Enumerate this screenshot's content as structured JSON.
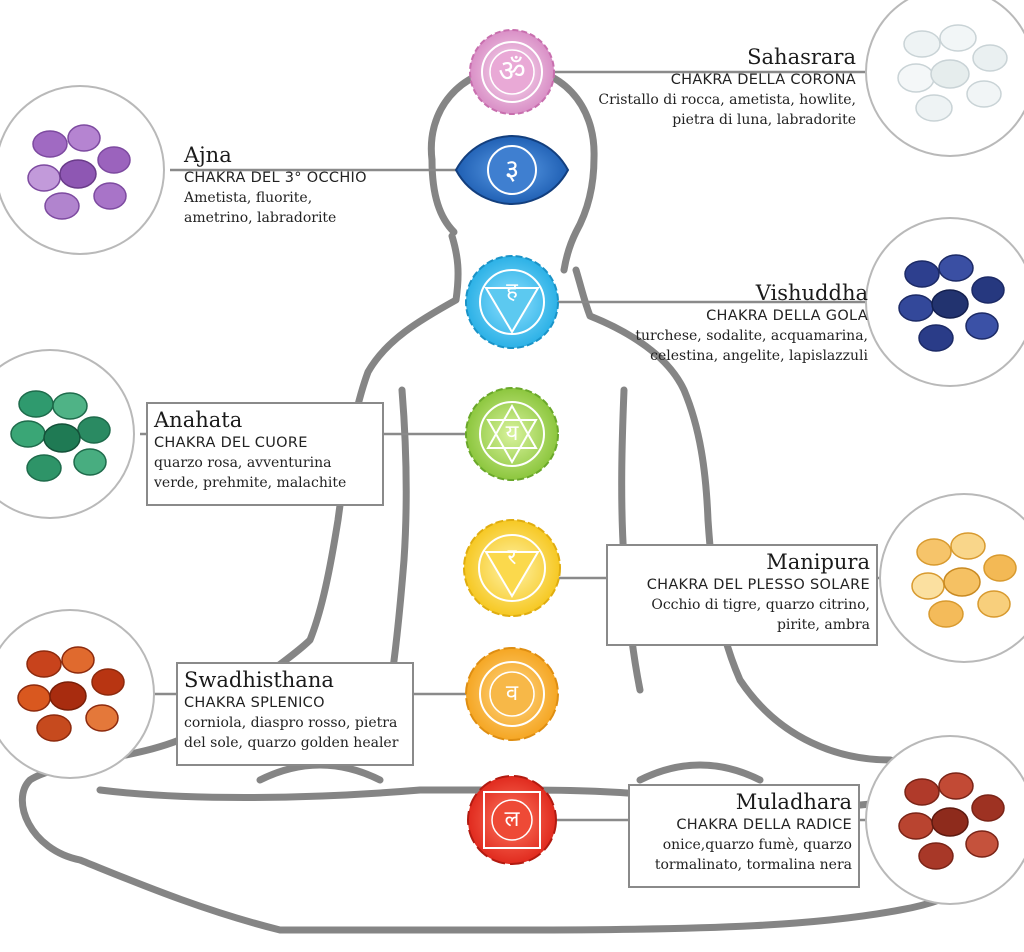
{
  "colors": {
    "body_outline": "#858585",
    "connector": "#8a8a8a",
    "sahasrara": "#d98fc6",
    "ajna": "#1f5fb3",
    "vishuddha": "#2cb1e6",
    "anahata": "#8cc63e",
    "manipura": "#f6c823",
    "swadhisthana": "#f5a623",
    "muladhara": "#e02a1e"
  },
  "chakras": [
    {
      "key": "sahasrara",
      "name": "Sahasrara",
      "title": "CHAKRA DELLA CORONA",
      "stones": [
        "Cristallo di rocca, ametista, howlite,",
        "pietra di luna, labradorite"
      ],
      "symbol": "ॐ",
      "symbol_icon": "om-icon",
      "stone_icon": "clear-quartz-stones-icon",
      "color": "#d98fc6"
    },
    {
      "key": "ajna",
      "name": "Ajna",
      "title": "CHAKRA DEL 3° OCCHIO",
      "stones": [
        "Ametista, fluorite,",
        "ametrino, labradorite"
      ],
      "symbol": "३",
      "symbol_icon": "om-third-eye-icon",
      "stone_icon": "amethyst-stones-icon",
      "color": "#1f5fb3"
    },
    {
      "key": "vishuddha",
      "name": "Vishuddha",
      "title": "CHAKRA DELLA GOLA",
      "stones": [
        "turchese, sodalite, acquamarina,",
        "celestina, angelite, lapislazzuli"
      ],
      "symbol": "ह",
      "symbol_icon": "ham-icon",
      "stone_icon": "sodalite-stones-icon",
      "color": "#2cb1e6"
    },
    {
      "key": "anahata",
      "name": "Anahata",
      "title": "CHAKRA DEL CUORE",
      "stones": [
        "quarzo rosa, avventurina",
        "verde, prehmite, malachite"
      ],
      "symbol": "य",
      "symbol_icon": "yam-icon",
      "stone_icon": "green-aventurine-stones-icon",
      "color": "#8cc63e"
    },
    {
      "key": "manipura",
      "name": "Manipura",
      "title": "CHAKRA DEL PLESSO SOLARE",
      "stones": [
        "Occhio di tigre, quarzo citrino,",
        "pirite, ambra"
      ],
      "symbol": "र",
      "symbol_icon": "ram-icon",
      "stone_icon": "citrine-stones-icon",
      "color": "#f6c823"
    },
    {
      "key": "swadhisthana",
      "name": "Swadhisthana",
      "title": "CHAKRA SPLENICO",
      "stones": [
        "corniola, diaspro rosso, pietra",
        "del sole, quarzo golden healer"
      ],
      "symbol": "व",
      "symbol_icon": "vam-icon",
      "stone_icon": "carnelian-stones-icon",
      "color": "#f5a623"
    },
    {
      "key": "muladhara",
      "name": "Muladhara",
      "title": "CHAKRA DELLA RADICE",
      "stones": [
        "onice,quarzo fumè, quarzo",
        "tormalinato, tormalina nera"
      ],
      "symbol": "ल",
      "symbol_icon": "lam-icon",
      "stone_icon": "red-jasper-stones-icon",
      "color": "#e02a1e"
    }
  ]
}
